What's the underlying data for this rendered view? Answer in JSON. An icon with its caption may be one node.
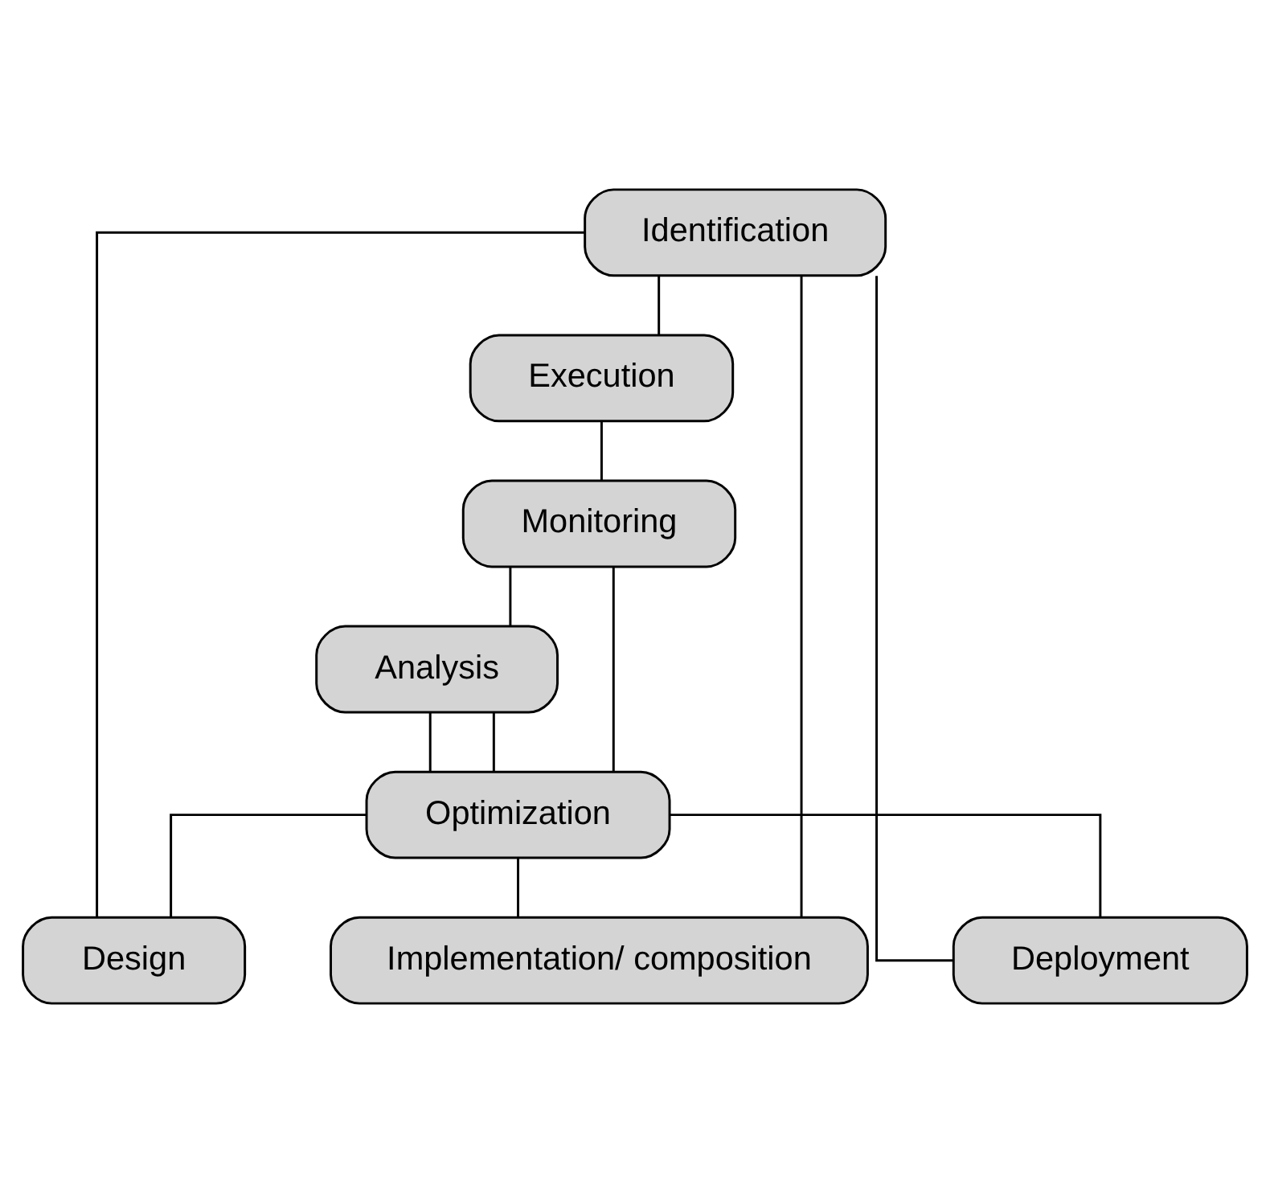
{
  "diagram": {
    "nodes": [
      {
        "text": [
          "Identification"
        ]
      },
      {
        "text": [
          "Design"
        ]
      },
      {
        "text": [
          "Implementation/ composition"
        ]
      },
      {
        "text": [
          "Deployment"
        ]
      },
      {
        "text": [
          "Execution"
        ]
      },
      {
        "text": [
          "Monitoring"
        ]
      },
      {
        "text": [
          "Analysis"
        ]
      },
      {
        "text": [
          "Optimization"
        ]
      }
    ],
    "edges": [
      {
        "from": 0,
        "to": 1,
        "arrow": "none"
      },
      {
        "from": 0,
        "to": 2,
        "arrow": "none"
      },
      {
        "from": 0,
        "to": 3,
        "arrow": "none"
      },
      {
        "from": 0,
        "to": 4,
        "arrow": "none"
      },
      {
        "from": 4,
        "to": 5,
        "arrow": "none"
      },
      {
        "from": 5,
        "to": 6,
        "arrow": "none"
      },
      {
        "from": 6,
        "to": 7,
        "arrow": "none"
      },
      {
        "from": 7,
        "to": 1,
        "arrow": "none"
      },
      {
        "from": 7,
        "to": 2,
        "arrow": "none"
      },
      {
        "from": 7,
        "to": 3,
        "arrow": "none"
      },
      {
        "from": 7,
        "to": 5,
        "arrow": "none"
      },
      {
        "from": 7,
        "to": 6,
        "arrow": "none"
      }
    ]
  }
}
